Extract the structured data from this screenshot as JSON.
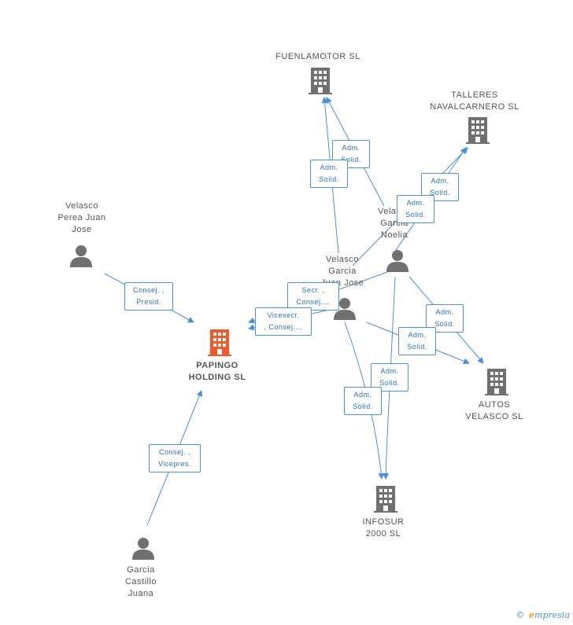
{
  "colors": {
    "company": "#707070",
    "main_company": "#f05a28",
    "person": "#707070",
    "edge": "#4a90d9"
  },
  "nodes": {
    "fuenlamotor": "FUENLAMOTOR SL",
    "talleres": "TALLERES\nNAVALCARNERO SL",
    "papingo": "PAPINGO\nHOLDING SL",
    "autos": "AUTOS\nVELASCO SL",
    "infosur": "INFOSUR\n2000 SL",
    "velasco_perea": "Velasco\nPerea Juan\nJose",
    "velasco_noelia": "Velasco\nGarcia\nNoelia",
    "velasco_juan": "Velasco\nGarcia\nJuan Jose",
    "garcia_castillo": "Garcia\nCastillo\nJuana"
  },
  "edge_labels": {
    "perea_papingo": "Consej. ,\nPresid.",
    "juan_papingo_1": "Secr. ,\nConsej....",
    "juan_papingo_2": "Vicesecr.\n, Consej....",
    "castillo_papingo": "Consej. ,\nVicepres.",
    "noelia_fuenlamotor": "Adm.\nSolid.",
    "juan_fuenlamotor": "Adm.\nSolid.",
    "noelia_talleres": "Adm.\nSolid.",
    "juan_talleres": "Adm.\nSolid.",
    "noelia_autos": "Adm.\nSolid.",
    "juan_autos": "Adm.\nSolid.",
    "noelia_infosur": "Adm.\nSolid.",
    "juan_infosur": "Adm.\nSolid."
  },
  "footer": {
    "copyright": "©",
    "brand_first": "e",
    "brand_rest": "mpresia"
  }
}
